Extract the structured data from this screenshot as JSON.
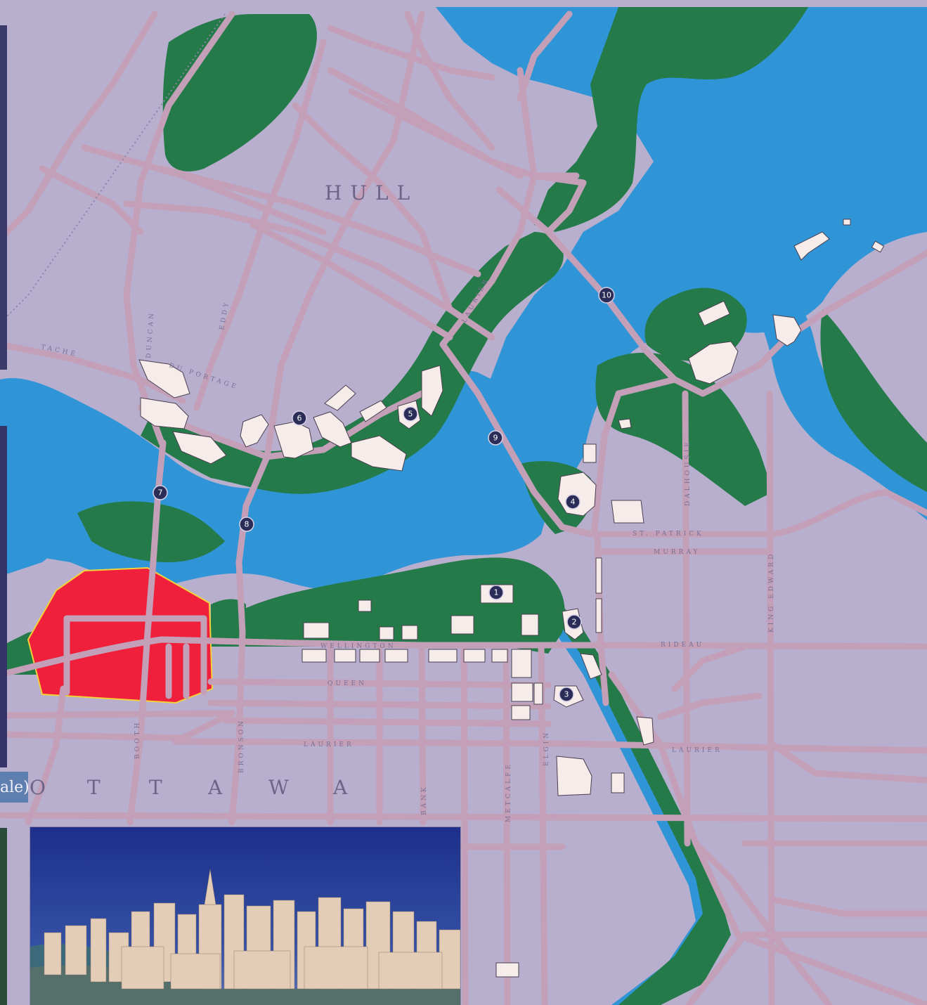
{
  "map": {
    "city_labels": {
      "hull": "HULL",
      "ottawa": [
        "O",
        "T",
        "T",
        "A",
        "W",
        "A"
      ]
    },
    "scale_fragment": "ale)",
    "street_labels": {
      "wellington": "WELLINGTON",
      "queen": "QUEEN",
      "laurier_west": "LAURIER",
      "laurier_east": "LAURIER",
      "laurier_hull": "LAURIER",
      "rideau": "RIDEAU",
      "st_patrick": "ST. PATRICK",
      "murray": "MURRAY",
      "king_edward": "KING EDWARD",
      "dalhousie": "DALHOUSIE",
      "bank": "BANK",
      "metcalfe": "METCALFE",
      "elgin": "ELGIN",
      "bronson": "BRONSON",
      "booth": "BOOTH",
      "eddy": "EDDY",
      "duncan": "DUNCAN",
      "taché": "TACHÉ",
      "du_portage": "DU PORTAGE"
    },
    "markers": [
      {
        "id": "marker-1",
        "label": "1"
      },
      {
        "id": "marker-2",
        "label": "2"
      },
      {
        "id": "marker-3",
        "label": "3"
      },
      {
        "id": "marker-4",
        "label": "4"
      },
      {
        "id": "marker-5",
        "label": "5"
      },
      {
        "id": "marker-6",
        "label": "6"
      },
      {
        "id": "marker-7",
        "label": "7"
      },
      {
        "id": "marker-8",
        "label": "8"
      },
      {
        "id": "marker-9",
        "label": "9"
      },
      {
        "id": "marker-10",
        "label": "10"
      }
    ],
    "colors": {
      "land": "#b8aece",
      "water": "#2f95d6",
      "park": "#247a48",
      "road": "#c3a0b8",
      "building": "#f6ecea",
      "highlight": "#f0203c",
      "highlight_border": "#f2d23a",
      "marker": "#2c2c58"
    }
  }
}
